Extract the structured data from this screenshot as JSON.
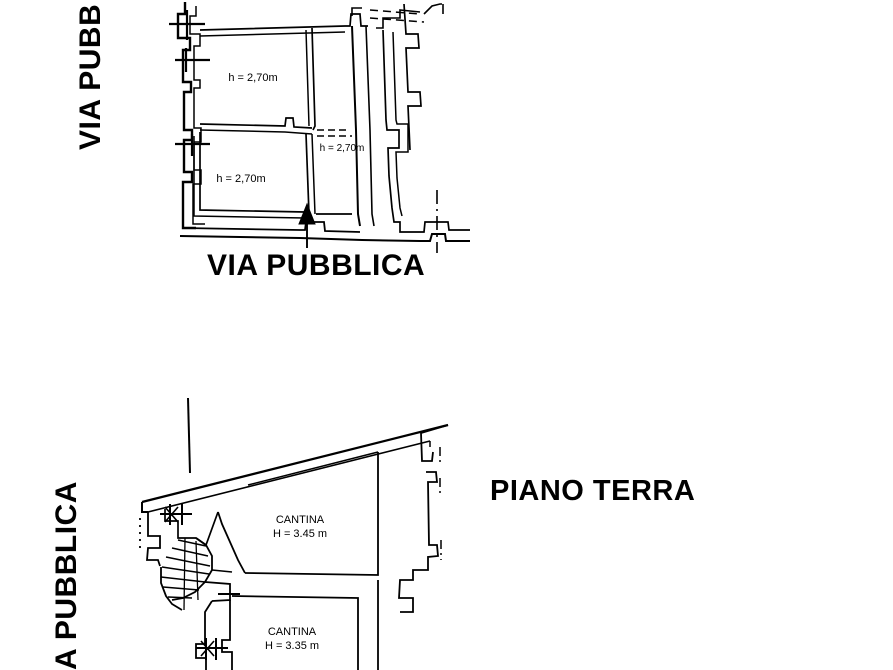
{
  "document": {
    "type": "architectural-floor-plan",
    "language": "it"
  },
  "upper_plan": {
    "name": "first-floor-plan",
    "street_label_left": "VIA PUBB",
    "street_label_bottom": "VIA PUBBLICA",
    "rooms": [
      {
        "id": "room-upper-north",
        "label": "h = 2,70m"
      },
      {
        "id": "room-upper-southwest",
        "label": "h = 2,70m"
      },
      {
        "id": "room-upper-corridor",
        "label": "h = 2,70m"
      }
    ],
    "entrance_arrow": "entrance-arrow-up"
  },
  "lower_plan": {
    "name": "ground-floor-plan",
    "title": "PIANO TERRA",
    "street_label_left": "A PUBBLICA",
    "rooms": [
      {
        "id": "cantina-1",
        "name": "CANTINA",
        "height": "H = 3.45 m"
      },
      {
        "id": "cantina-2",
        "name": "CANTINA",
        "height": "H = 3.35 m"
      }
    ],
    "stair": "winder-staircase"
  },
  "colors": {
    "background": "#ffffff",
    "line": "#000000"
  }
}
